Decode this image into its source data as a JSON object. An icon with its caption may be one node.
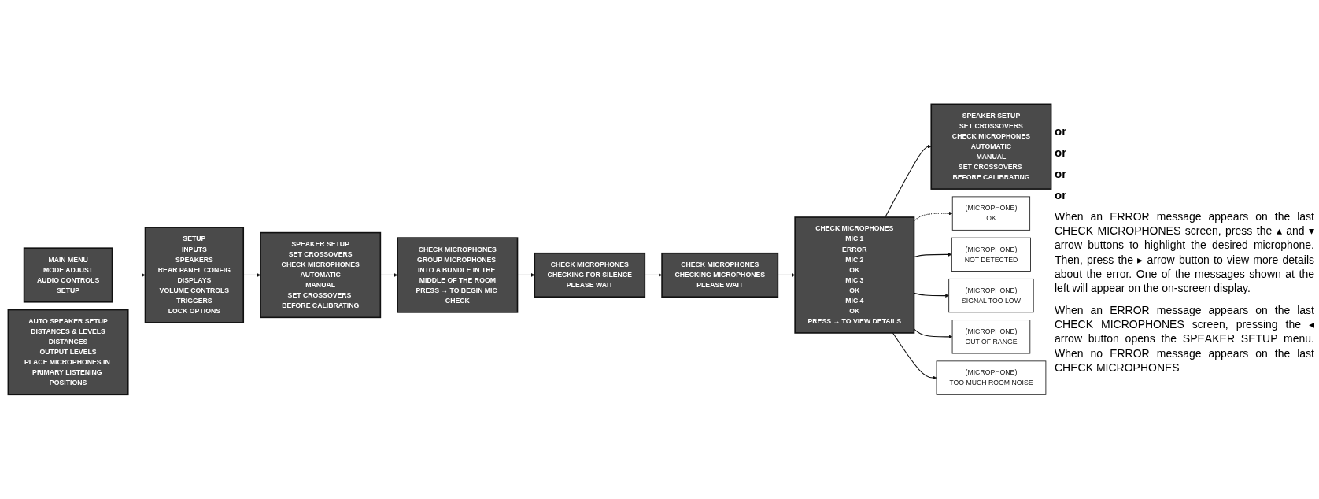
{
  "diagram": {
    "nodes": [
      {
        "text": [
          "MAIN MENU",
          "MODE ADJUST",
          "AUDIO CONTROLS",
          "SETUP"
        ]
      },
      {
        "text": [
          "SETUP",
          "INPUTS",
          "SPEAKERS",
          "REAR PANEL CONFIG",
          "DISPLAYS",
          "VOLUME CONTROLS",
          "TRIGGERS",
          "LOCK OPTIONS"
        ]
      },
      {
        "text": [
          "SPEAKER SETUP",
          "SET CROSSOVERS",
          "CHECK MICROPHONES",
          "AUTOMATIC",
          "MANUAL",
          "SET CROSSOVERS BEFORE CALIBRATING"
        ]
      },
      {
        "text": [
          "CHECK MICROPHONES",
          "GROUP MICROPHONES INTO A BUNDLE IN THE MIDDLE OF THE ROOM",
          "PRESS → TO BEGIN MIC CHECK"
        ]
      },
      {
        "text": [
          "CHECK MICROPHONES",
          "CHECKING FOR SILENCE",
          "PLEASE WAIT"
        ]
      },
      {
        "text": [
          "CHECK MICROPHONES",
          "CHECKING MICROPHONES",
          "PLEASE WAIT"
        ]
      },
      {
        "text": [
          "AUTO SPEAKER SETUP",
          "DISTANCES & LEVELS",
          "DISTANCES",
          "OUTPUT LEVELS",
          "PLACE MICROPHONES IN PRIMARY LISTENING POSITIONS"
        ]
      },
      {
        "text": [
          "SPEAKER SETUP",
          "SET CROSSOVERS",
          "CHECK MICROPHONES",
          "AUTOMATIC",
          "MANUAL",
          "SET CROSSOVERS BEFORE CALIBRATING"
        ]
      },
      {
        "text": [
          "CHECK MICROPHONES",
          "MIC 1",
          "ERROR",
          "MIC 2",
          "OK",
          "MIC 3",
          "OK",
          "MIC 4",
          "OK",
          "PRESS → TO VIEW DETAILS"
        ]
      },
      {
        "text": [
          "(MICROPHONE)",
          "OK"
        ]
      },
      {
        "text": [
          "(MICROPHONE)",
          "NOT DETECTED"
        ]
      },
      {
        "text": [
          "(MICROPHONE)",
          "SIGNAL TOO LOW"
        ]
      },
      {
        "text": [
          "(MICROPHONE)",
          "OUT OF RANGE"
        ]
      },
      {
        "text": [
          "(MICROPHONE)",
          "TOO MUCH ROOM NOISE"
        ]
      }
    ],
    "edges": [
      {
        "from": 0,
        "to": 1,
        "arrow": "to"
      },
      {
        "from": 1,
        "to": 2,
        "arrow": "to"
      },
      {
        "from": 2,
        "to": 3,
        "arrow": "to"
      },
      {
        "from": 3,
        "to": 4,
        "arrow": "to"
      },
      {
        "from": 4,
        "to": 5,
        "arrow": "to"
      },
      {
        "from": 5,
        "to": 8,
        "arrow": "to"
      },
      {
        "from": 8,
        "to": 7,
        "arrow": "to"
      },
      {
        "from": 8,
        "to": 9,
        "arrow": "to",
        "style": "dashed"
      },
      {
        "from": 8,
        "to": 10,
        "arrow": "to"
      },
      {
        "from": 8,
        "to": 11,
        "arrow": "to"
      },
      {
        "from": 8,
        "to": 12,
        "arrow": "to"
      },
      {
        "from": 8,
        "to": 13,
        "arrow": "to"
      }
    ],
    "labels": [
      "or",
      "or",
      "or",
      "or",
      "When an ERROR message appears on the last CHECK MICROPHONES screen, press the ▴ and ▾ arrow buttons to highlight the desired microphone. Then, press the ▸ arrow button to view more details about the error. One of the messages shown at the left will appear on the on-screen display.",
      "When an ERROR message appears on the last CHECK MICROPHONES screen, pressing the ◂ arrow button opens the SPEAKER SETUP menu. When no ERROR message appears on the last CHECK MICROPHONES"
    ]
  }
}
